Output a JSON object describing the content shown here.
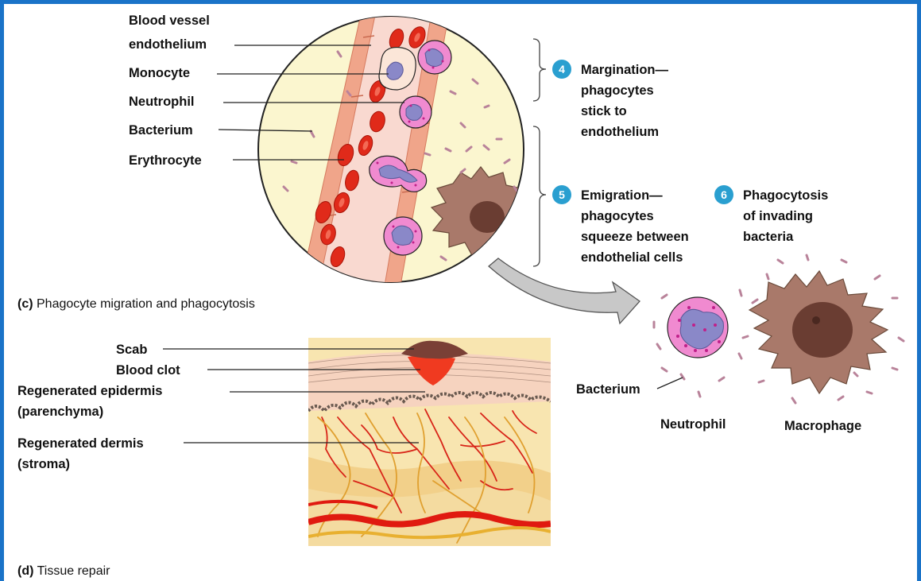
{
  "panel_c": {
    "labels": {
      "vessel_line1": "Blood vessel",
      "vessel_line2": "endothelium",
      "monocyte": "Monocyte",
      "neutrophil": "Neutrophil",
      "bacterium": "Bacterium",
      "erythrocyte": "Erythrocyte"
    },
    "steps": [
      {
        "number": "4",
        "lines": [
          "Margination—",
          "phagocytes",
          "stick to",
          "endothelium"
        ]
      },
      {
        "number": "5",
        "lines": [
          "Emigration—",
          "phagocytes",
          "squeeze between",
          "endothelial cells"
        ]
      },
      {
        "number": "6",
        "lines": [
          "Phagocytosis",
          "of invading",
          "bacteria"
        ]
      }
    ],
    "caption_letter": "(c)",
    "caption_text": " Phagocyte migration and phagocytosis",
    "inset_labels": {
      "bacterium": "Bacterium",
      "neutrophil": "Neutrophil",
      "macrophage": "Macrophage"
    }
  },
  "panel_d": {
    "labels": {
      "scab": "Scab",
      "blood_clot": "Blood clot",
      "epidermis_line1": "Regenerated epidermis",
      "epidermis_line2": "(parenchyma)",
      "dermis_line1": "Regenerated dermis",
      "dermis_line2": "(stroma)"
    },
    "caption_letter": "(d)",
    "caption_text": " Tissue repair"
  },
  "colors": {
    "frame": "#1a73c8",
    "badge": "#2a9fd0",
    "circle_fill": "#fbf6cf",
    "vessel_wall": "#f0a58a",
    "erythrocyte": "#e02a1a",
    "neutrophil_fill": "#f08ad0",
    "nucleus": "#8a88c8",
    "macrophage": "#a9796a",
    "skin_upper": "#f6d3bf",
    "dermis": "#f8e5b0",
    "clot": "#f03a20"
  }
}
